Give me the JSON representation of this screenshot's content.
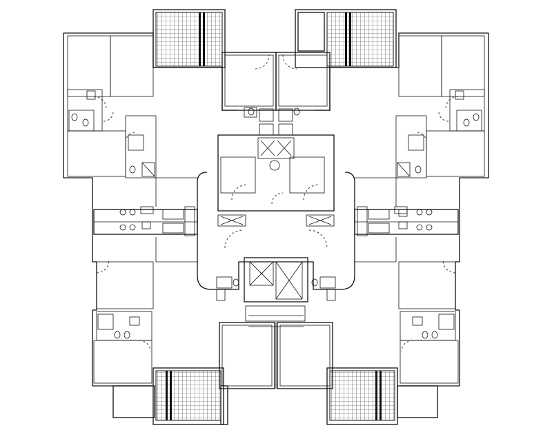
{
  "drawing": {
    "type": "architectural-floor-plan",
    "symmetry": "four-fold",
    "units_per_floor": 8,
    "visible_text": []
  },
  "colors": {
    "background": "#ffffff",
    "linework": "#111111"
  },
  "elements": {
    "balconies": 4,
    "stair_cores": 2,
    "elevators": 3,
    "bathrooms": 8,
    "kitchens": 4
  }
}
